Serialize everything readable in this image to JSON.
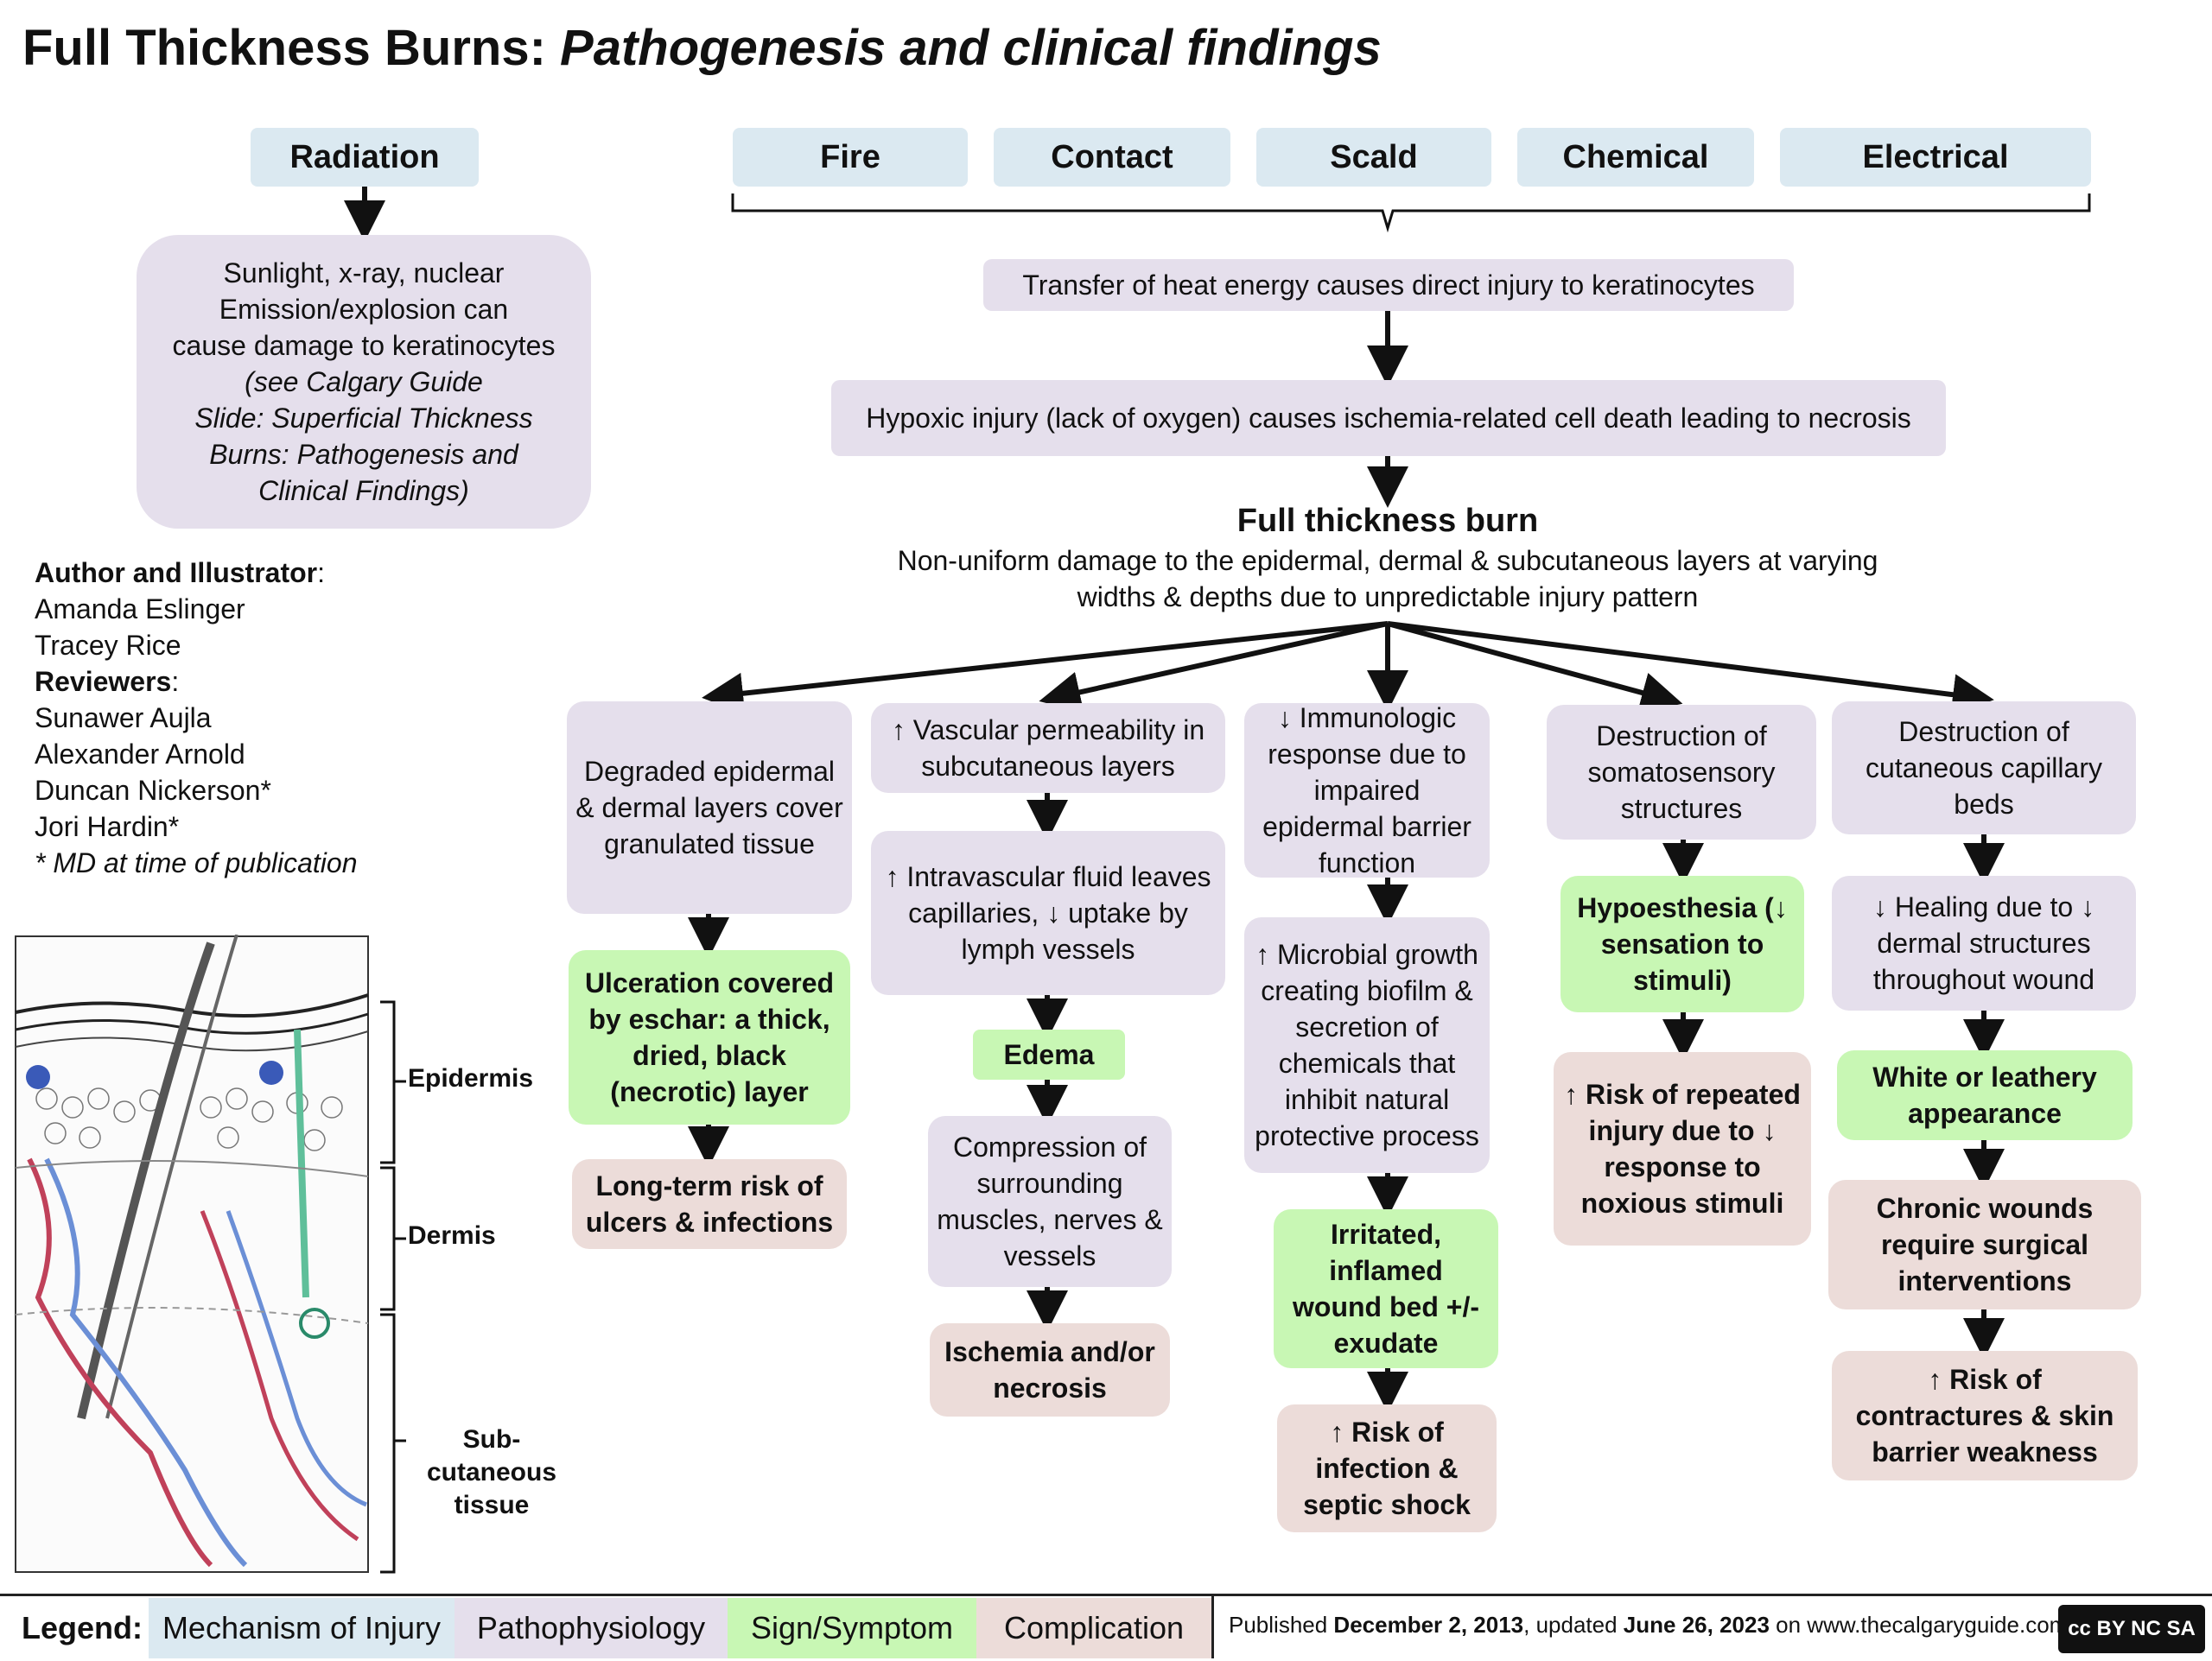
{
  "title": {
    "main": "Full Thickness Burns:",
    "italic": "Pathogenesis and clinical findings"
  },
  "mechanisms": {
    "radiation": "Radiation",
    "fire": "Fire",
    "contact": "Contact",
    "scald": "Scald",
    "chemical": "Chemical",
    "electrical": "Electrical"
  },
  "radiation_box": {
    "line1": "Sunlight, x-ray, nuclear",
    "line2": "Emission/explosion can",
    "line3": "cause damage to keratinocytes",
    "line4": "(see Calgary Guide",
    "line5": "Slide: Superficial Thickness",
    "line6": "Burns: Pathogenesis and",
    "line7": "Clinical Findings)"
  },
  "credits": {
    "author_heading": "Author and Illustrator",
    "authors": [
      "Amanda Eslinger",
      "Tracey Rice"
    ],
    "reviewer_heading": "Reviewers",
    "reviewers": [
      "Sunawer Aujla",
      "Alexander Arnold",
      "Duncan Nickerson*",
      "Jori Hardin*"
    ],
    "note": "* MD at time of publication"
  },
  "flow": {
    "transfer": "Transfer of heat energy causes direct injury to keratinocytes",
    "hypoxic": "Hypoxic injury (lack of oxygen) causes ischemia-related cell death leading to necrosis",
    "full_title": "Full thickness burn",
    "full_desc1": "Non-uniform damage to the epidermal, dermal & subcutaneous layers at varying",
    "full_desc2": "widths & depths due to unpredictable injury pattern"
  },
  "col1": {
    "patho": "Degraded epidermal & dermal layers cover granulated tissue",
    "sign": "Ulceration covered by eschar: a thick, dried, black (necrotic) layer",
    "comp": "Long-term risk of ulcers & infections"
  },
  "col2": {
    "patho1": "↑ Vascular permeability in subcutaneous layers",
    "patho2": "↑ Intravascular fluid leaves capillaries, ↓ uptake by lymph vessels",
    "sign": "Edema",
    "patho3": "Compression of surrounding muscles, nerves & vessels",
    "comp": "Ischemia and/or necrosis"
  },
  "col3": {
    "patho1": "↓ Immunologic response due to impaired epidermal barrier function",
    "patho2": "↑ Microbial growth creating biofilm & secretion of chemicals that inhibit natural protective process",
    "sign": "Irritated, inflamed wound bed +/- exudate",
    "comp": "↑ Risk of infection & septic shock"
  },
  "col4": {
    "patho": "Destruction of somatosensory structures",
    "sign": "Hypoesthesia (↓ sensation to stimuli)",
    "comp": "↑ Risk of repeated injury due to ↓ response to noxious stimuli"
  },
  "col5": {
    "patho1": "Destruction of cutaneous capillary beds",
    "patho2": "↓ Healing due to ↓ dermal structures throughout wound",
    "sign": "White or leathery appearance",
    "comp1": "Chronic wounds require surgical interventions",
    "comp2": "↑ Risk of contractures & skin barrier weakness"
  },
  "skin_labels": {
    "epidermis": "Epidermis",
    "dermis": "Dermis",
    "subcutaneous": "Sub-cutaneous tissue"
  },
  "legend": {
    "label": "Legend:",
    "mechanism": "Mechanism of Injury",
    "patho": "Pathophysiology",
    "sign": "Sign/Symptom",
    "comp": "Complication",
    "published_prefix": "Published ",
    "published_date": "December 2, 2013",
    "updated_prefix": ", updated ",
    "updated_date": "June 26, 2023",
    "site": " on www.thecalgaryguide.com"
  },
  "license_badge": "cc BY NC SA",
  "colors": {
    "mechanism": "#dbe9f1",
    "patho": "#e5dfec",
    "sign": "#c8f7b4",
    "comp": "#ecdcd9"
  }
}
